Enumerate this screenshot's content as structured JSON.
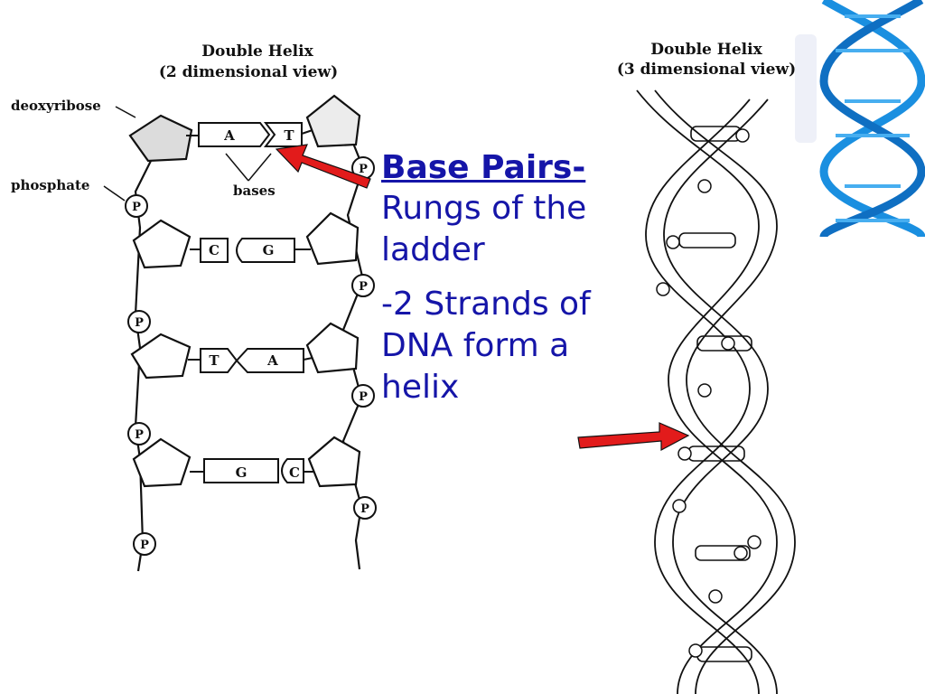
{
  "diagram_2d": {
    "title_line1": "Double Helix",
    "title_line2": "(2 dimensional view)",
    "labels": {
      "deoxyribose": "deoxyribose",
      "phosphate": "phosphate",
      "bases": "bases"
    },
    "phosphate_symbol": "P",
    "base_pairs": [
      {
        "left": "A",
        "right": "T"
      },
      {
        "left": "C",
        "right": "G"
      },
      {
        "left": "T",
        "right": "A"
      },
      {
        "left": "G",
        "right": "C"
      }
    ]
  },
  "diagram_3d": {
    "title_line1": "Double Helix",
    "title_line2": "(3 dimensional view)"
  },
  "text_box": {
    "heading": "Base Pairs-",
    "lines_1": [
      "Rungs of the",
      "ladder"
    ],
    "lines_2": [
      "-2 Strands of",
      "DNA form a",
      "helix"
    ]
  },
  "colors": {
    "text": "#1515a8",
    "arrow": "#e21b1b",
    "dna_logo": "#1a8fe0"
  }
}
